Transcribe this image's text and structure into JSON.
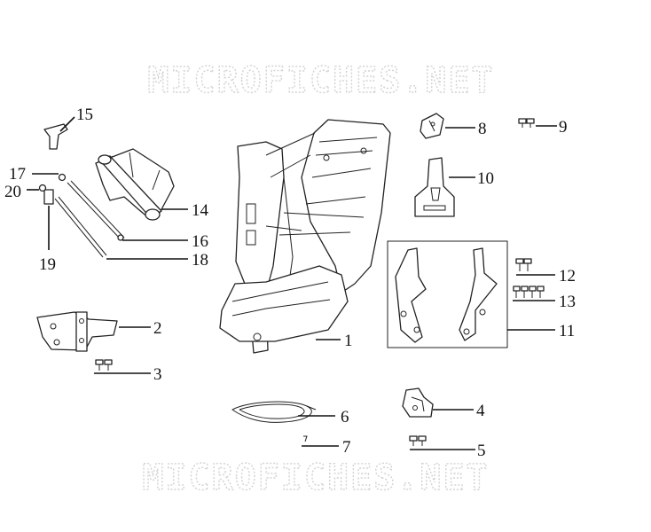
{
  "watermark": {
    "top_text": "MICROFICHES.NET",
    "bottom_text": "MICROFICHES.NET"
  },
  "callouts": {
    "c1": "1",
    "c2": "2",
    "c3": "3",
    "c4": "4",
    "c5": "5",
    "c6": "6",
    "c7": "7",
    "c8": "8",
    "c9": "9",
    "c10": "10",
    "c11": "11",
    "c12": "12",
    "c13": "13",
    "c14": "14",
    "c15": "15",
    "c16": "16",
    "c17": "17",
    "c18": "18",
    "c19": "19",
    "c20": "20"
  },
  "colors": {
    "line": "#222222",
    "watermark": "#d2d2d2",
    "background": "#ffffff"
  }
}
